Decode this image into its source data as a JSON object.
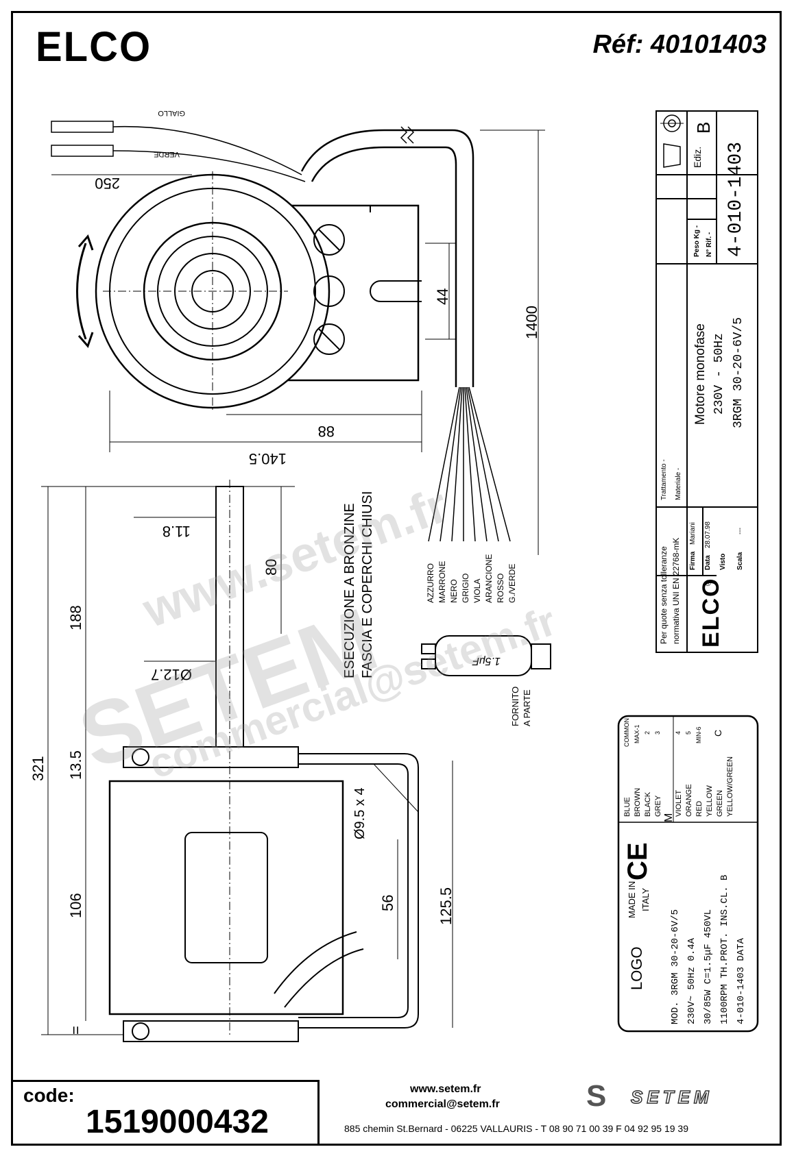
{
  "header": {
    "brand": "ELCO",
    "reference": "Réf: 40101403"
  },
  "drawing": {
    "wire_labels_top": [
      "GIALLO",
      "VERDE"
    ],
    "dim_250": "250",
    "dim_1400": "1400",
    "dim_44": "44",
    "dim_88": "88",
    "dim_140_5": "140.5",
    "dim_11_8": "11.8",
    "dim_80": "80",
    "dim_188": "188",
    "dim_321": "321",
    "dim_12_7": "Ø12.7",
    "dim_13_5": "13.5",
    "dim_106": "106",
    "dim_9_5": "Ø9.5 x 4",
    "dim_56": "56",
    "dim_125_5": "125.5",
    "dim_equal": "=",
    "note_line1": "ESECUZIONE A BRONZINE",
    "note_line2": "FASCIA E COPERCHI CHIUSI",
    "wire_colors": [
      "AZZURRO",
      "MARRONE",
      "NERO",
      "GRIGIO",
      "VIOLA",
      "ARANCIONE",
      "ROSSO",
      "G./VERDE"
    ],
    "capacitor_value": "1.5μF",
    "capacitor_note_line1": "FORNITO",
    "capacitor_note_line2": "A PARTE"
  },
  "title_block": {
    "symbols_ediz_label": "Ediz.",
    "edition": "B",
    "peso_label": "Peso Kg -",
    "rif_label": "N° Rif. -",
    "drawing_number": "4-010-1403",
    "description_line1": "Motore monofase",
    "description_line2": "230V - 50Hz",
    "description_line3": "3RGM 30-20-6V/5",
    "trattamento": "Trattamento -",
    "materiale": "Materiale -",
    "tolerance_line1": "Per quote senza tolleranze",
    "tolerance_line2": "normativa UNI EN 22768-mK",
    "firma_label": "Firma",
    "firma_value": "Mariani",
    "data_label": "Data",
    "data_value": "28.07.98",
    "visto_label": "Visto",
    "scala_label": "Scala",
    "scala_value": "---",
    "brand_small": "ELCO",
    "registered": "®"
  },
  "nameplate": {
    "wire_rows": [
      {
        "color": "BLUE",
        "code": "COMMON"
      },
      {
        "color": "BROWN",
        "code": "MAX-1"
      },
      {
        "color": "BLACK",
        "code": "2"
      },
      {
        "color": "GREY",
        "code": "3"
      },
      {
        "color": "VIOLET",
        "code": "4"
      },
      {
        "color": "ORANGE",
        "code": "5"
      },
      {
        "color": "RED",
        "code": "MIN-6"
      },
      {
        "color": "YELLOW",
        "code": ""
      },
      {
        "color": "GREEN",
        "code": ""
      },
      {
        "color": "YELLOW/GREEN",
        "code": ""
      }
    ],
    "cap_symbol": "C",
    "motor_symbol": "M",
    "ce": "CE",
    "logo": "LOGO",
    "made_in_line1": "MADE IN",
    "made_in_line2": "ITALY",
    "line_mod": "MOD. 3RGM 30-20-6V/5",
    "line_volt": "230V~        50Hz       0.4A",
    "line_power": "30/85W    C=1.5μF    450VL",
    "line_rpm": "1100RPM  TH.PROT.  INS.CL. B",
    "line_code": "4-010-1403                    DATA"
  },
  "footer": {
    "code_label": "code:",
    "code_value": "1519000432",
    "web": "www.setem.fr",
    "email": "commercial@setem.fr",
    "address": "885 chemin St.Bernard  -  06225 VALLAURIS  -  T 08 90 71 00 39   F 04 92 95 19 39",
    "brand": "SETEM"
  },
  "watermark": {
    "line1": "www.setem.fr",
    "line2": "SETEM",
    "line3": "commercial@setem.fr"
  }
}
